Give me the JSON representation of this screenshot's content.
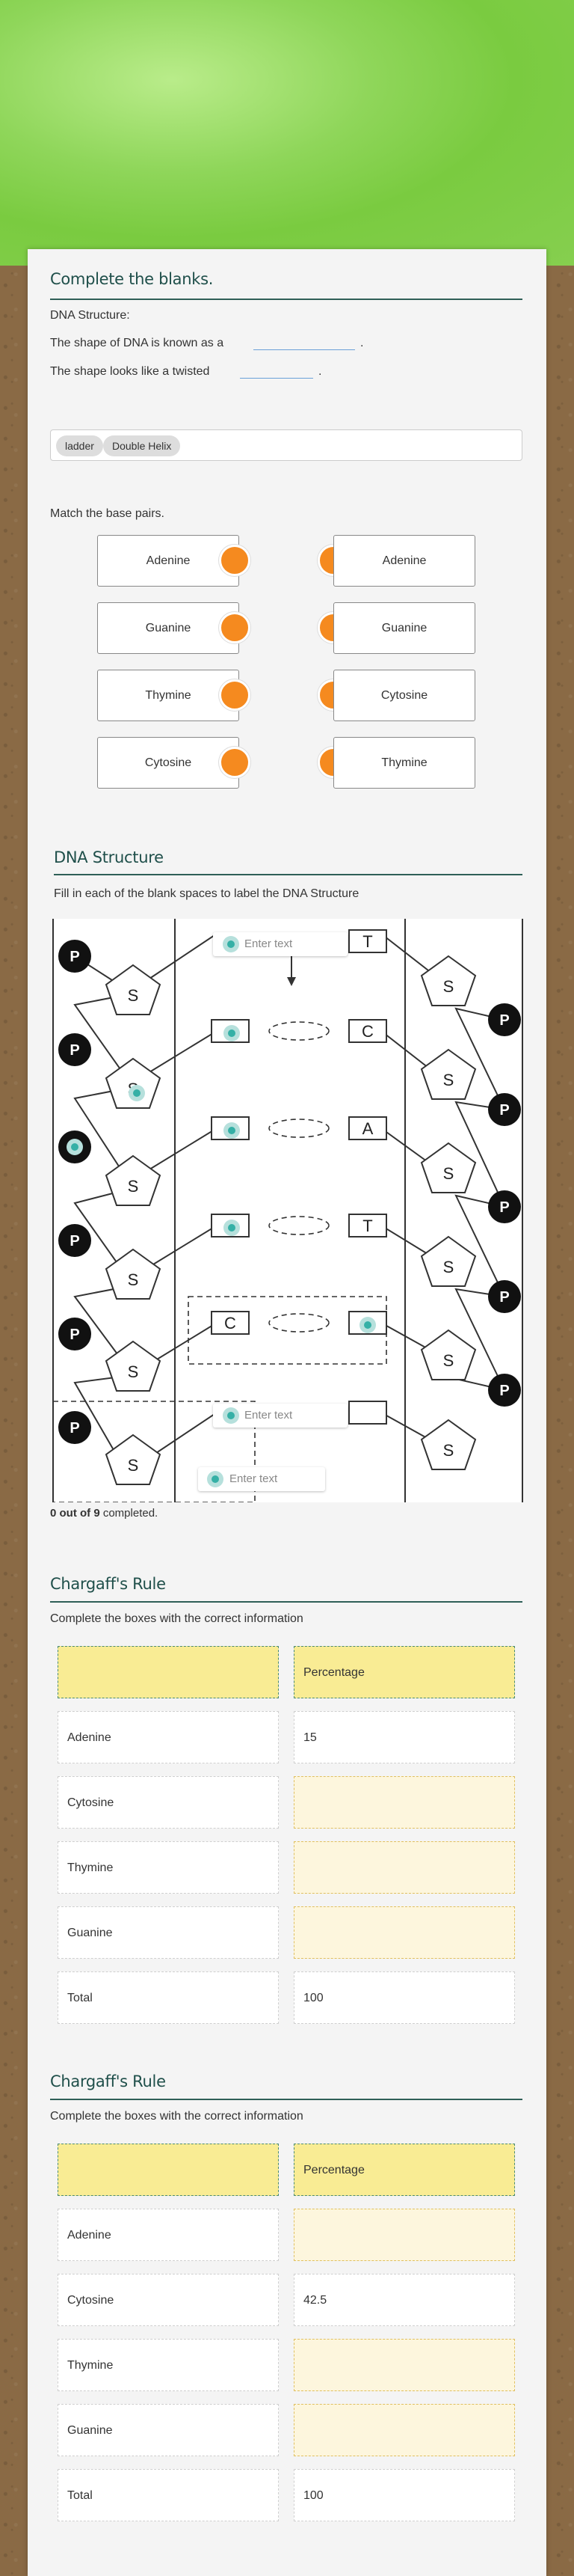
{
  "blanks": {
    "title": "Complete the blanks.",
    "intro": "DNA Structure:",
    "line1": "The shape of DNA is known as a",
    "line1_end": ".",
    "line2": "The shape looks like a twisted",
    "line2_end": ".",
    "word_bank": [
      "ladder",
      "Double Helix"
    ]
  },
  "match": {
    "prompt": "Match the base pairs.",
    "left": [
      "Adenine",
      "Guanine",
      "Thymine",
      "Cytosine"
    ],
    "right": [
      "Adenine",
      "Guanine",
      "Cytosine",
      "Thymine"
    ]
  },
  "dna": {
    "title": "DNA Structure",
    "instruction": "Fill in each of the blank spaces to label the DNA Structure",
    "placeholder": "Enter text",
    "progress_count": "0 out of 9",
    "progress_suffix": " completed.",
    "labels": {
      "P": "P",
      "S": "S",
      "C": "C",
      "A": "A",
      "T": "T"
    }
  },
  "chargaff1": {
    "title": "Chargaff's Rule",
    "instruction": "Complete the boxes with the correct information",
    "header": [
      "",
      "Percentage"
    ],
    "rows": [
      [
        "Adenine",
        "15"
      ],
      [
        "Cytosine",
        ""
      ],
      [
        "Thymine",
        ""
      ],
      [
        "Guanine",
        ""
      ],
      [
        "Total",
        "100"
      ]
    ]
  },
  "chargaff2": {
    "title": "Chargaff's Rule",
    "instruction": "Complete the boxes with the correct information",
    "header": [
      "",
      "Percentage"
    ],
    "rows": [
      [
        "Adenine",
        ""
      ],
      [
        "Cytosine",
        "42.5"
      ],
      [
        "Thymine",
        ""
      ],
      [
        "Guanine",
        ""
      ],
      [
        "Total",
        "100"
      ]
    ]
  },
  "colors": {
    "accent": "#f58a1f",
    "heading": "#1f4f4a",
    "pin": "#35b0a6",
    "header_cell": "#f9ec94"
  }
}
